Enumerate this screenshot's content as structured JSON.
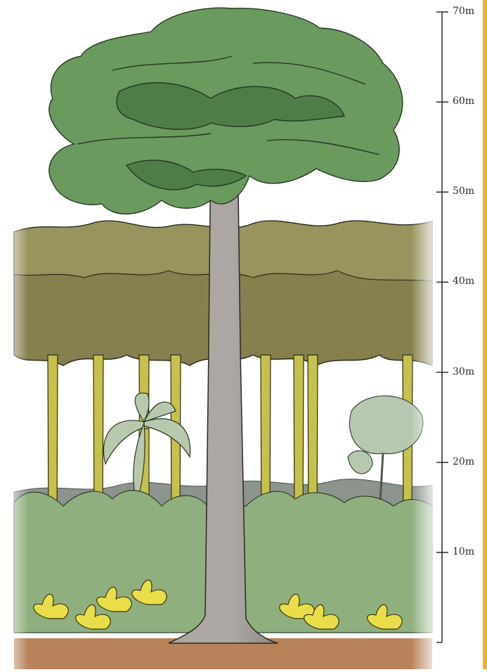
{
  "scale": {
    "unit": "m",
    "ticks": [
      {
        "label": "70m",
        "value": 70
      },
      {
        "label": "60m",
        "value": 60
      },
      {
        "label": "50m",
        "value": 50
      },
      {
        "label": "40m",
        "value": 40
      },
      {
        "label": "30m",
        "value": 30
      },
      {
        "label": "20m",
        "value": 20
      },
      {
        "label": "10m",
        "value": 10
      }
    ],
    "min": 0,
    "max": 70
  },
  "colors": {
    "emergent_crown": "#6a9a5e",
    "emergent_crown_dark": "#4f7d47",
    "canopy_band": "#867f4e",
    "canopy_top": "#99935d",
    "trunk": "#aca7a3",
    "trunk_shadow": "#8c8783",
    "understory_trunk": "#c7c04a",
    "mid_shrub": "#8fb07e",
    "far_hills": "#8d948d",
    "ground": "#b8825a",
    "ferns": "#e9de4a",
    "accent_bar": "#e9b22c"
  }
}
